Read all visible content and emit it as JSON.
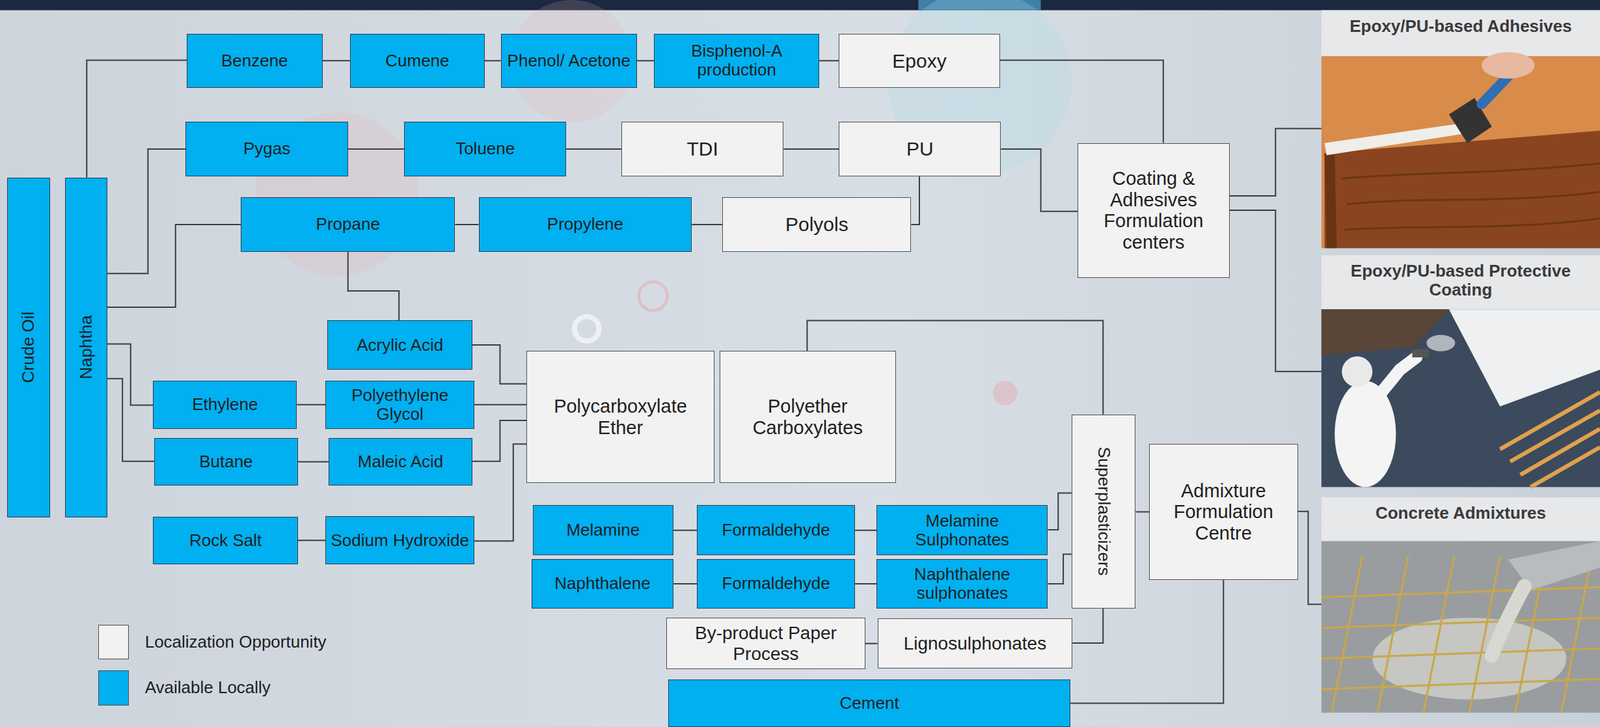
{
  "diagram": {
    "nodes": [
      {
        "text": [
          "Crude Oil"
        ]
      },
      {
        "text": [
          "Naphtha"
        ]
      },
      {
        "text": [
          "Benzene"
        ]
      },
      {
        "text": [
          "Cumene"
        ]
      },
      {
        "text": [
          "Phenol/ Acetone"
        ]
      },
      {
        "text": [
          "Bisphenol-A production"
        ]
      },
      {
        "text": [
          "Epoxy"
        ]
      },
      {
        "text": [
          "Pygas"
        ]
      },
      {
        "text": [
          "Toluene"
        ]
      },
      {
        "text": [
          "TDI"
        ]
      },
      {
        "text": [
          "PU"
        ]
      },
      {
        "text": [
          "Propane"
        ]
      },
      {
        "text": [
          "Propylene"
        ]
      },
      {
        "text": [
          "Polyols"
        ]
      },
      {
        "text": [
          "Coating & Adhesives Formulation centers"
        ]
      },
      {
        "text": [
          "Epoxy/PU-based Adhesives"
        ]
      },
      {
        "text": [
          "Epoxy/PU-based Protective Coating"
        ]
      },
      {
        "text": [
          "Concrete Admixtures"
        ]
      },
      {
        "text": [
          "Acrylic Acid"
        ]
      },
      {
        "text": [
          "Ethylene"
        ]
      },
      {
        "text": [
          "Polyethylene Glycol"
        ]
      },
      {
        "text": [
          "Butane"
        ]
      },
      {
        "text": [
          "Maleic Acid"
        ]
      },
      {
        "text": [
          "Rock Salt"
        ]
      },
      {
        "text": [
          "Sodium Hydroxide"
        ]
      },
      {
        "text": [
          "Polycarboxylate Ether"
        ]
      },
      {
        "text": [
          "Polyether Carboxylates"
        ]
      },
      {
        "text": [
          "Melamine"
        ]
      },
      {
        "text": [
          "Formaldehyde"
        ]
      },
      {
        "text": [
          "Melamine Sulphonates"
        ]
      },
      {
        "text": [
          "Naphthalene"
        ]
      },
      {
        "text": [
          "Formaldehyde"
        ]
      },
      {
        "text": [
          "Naphthalene sulphonates"
        ]
      },
      {
        "text": [
          "Superplasticizers"
        ]
      },
      {
        "text": [
          "Admixture Formulation Centre"
        ]
      },
      {
        "text": [
          "By-product Paper Process"
        ]
      },
      {
        "text": [
          "Lignosulphonates"
        ]
      },
      {
        "text": [
          "Cement"
        ]
      }
    ],
    "edges": [
      {
        "from": 1,
        "to": 2,
        "arrow": "none"
      },
      {
        "from": 2,
        "to": 3,
        "arrow": "none"
      },
      {
        "from": 3,
        "to": 4,
        "arrow": "none"
      },
      {
        "from": 4,
        "to": 5,
        "arrow": "none"
      },
      {
        "from": 5,
        "to": 6,
        "arrow": "none"
      },
      {
        "from": 6,
        "to": 14,
        "arrow": "none"
      },
      {
        "from": 1,
        "to": 7,
        "arrow": "none"
      },
      {
        "from": 7,
        "to": 8,
        "arrow": "none"
      },
      {
        "from": 8,
        "to": 9,
        "arrow": "none"
      },
      {
        "from": 9,
        "to": 10,
        "arrow": "none"
      },
      {
        "from": 13,
        "to": 10,
        "arrow": "none"
      },
      {
        "from": 10,
        "to": 14,
        "arrow": "none"
      },
      {
        "from": 1,
        "to": 11,
        "arrow": "none"
      },
      {
        "from": 11,
        "to": 12,
        "arrow": "none"
      },
      {
        "from": 12,
        "to": 13,
        "arrow": "none"
      },
      {
        "from": 11,
        "to": 18,
        "arrow": "none"
      },
      {
        "from": 1,
        "to": 19,
        "arrow": "none"
      },
      {
        "from": 1,
        "to": 21,
        "arrow": "none"
      },
      {
        "from": 19,
        "to": 20,
        "arrow": "none"
      },
      {
        "from": 21,
        "to": 22,
        "arrow": "none"
      },
      {
        "from": 23,
        "to": 24,
        "arrow": "none"
      },
      {
        "from": 18,
        "to": 25,
        "arrow": "none"
      },
      {
        "from": 20,
        "to": 25,
        "arrow": "none"
      },
      {
        "from": 22,
        "to": 25,
        "arrow": "none"
      },
      {
        "from": 24,
        "to": 25,
        "arrow": "none"
      },
      {
        "from": 26,
        "to": 33,
        "arrow": "none"
      },
      {
        "from": 27,
        "to": 28,
        "arrow": "none"
      },
      {
        "from": 28,
        "to": 29,
        "arrow": "none"
      },
      {
        "from": 30,
        "to": 31,
        "arrow": "none"
      },
      {
        "from": 31,
        "to": 32,
        "arrow": "none"
      },
      {
        "from": 29,
        "to": 33,
        "arrow": "none"
      },
      {
        "from": 32,
        "to": 33,
        "arrow": "none"
      },
      {
        "from": 35,
        "to": 36,
        "arrow": "none"
      },
      {
        "from": 36,
        "to": 33,
        "arrow": "none"
      },
      {
        "from": 33,
        "to": 34,
        "arrow": "none"
      },
      {
        "from": 37,
        "to": 34,
        "arrow": "none"
      },
      {
        "from": 14,
        "to": 15,
        "arrow": "none"
      },
      {
        "from": 14,
        "to": 16,
        "arrow": "none"
      },
      {
        "from": 34,
        "to": 17,
        "arrow": "none"
      }
    ],
    "legend": [
      {
        "text": "Localization Opportunity",
        "color": "#f2f2f2"
      },
      {
        "text": "Available Locally",
        "color": "#00b0f0"
      }
    ]
  }
}
